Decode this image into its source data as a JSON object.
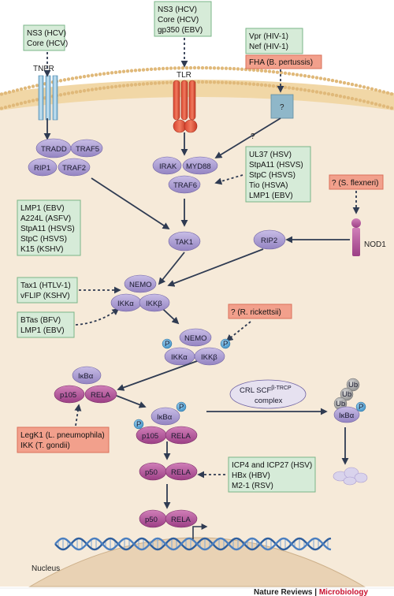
{
  "colors": {
    "cytoplasm": "#f6ead9",
    "nucleus": "#e9d2b4",
    "membrane": "#f1d7a6",
    "purple_protein": "#a99bd0",
    "magenta_protein": "#b45a9c",
    "green_box": "#d6ebd8",
    "green_border": "#7ab487",
    "red_box": "#f2a08c",
    "red_border": "#d9705a",
    "brand_red": "#c8102e"
  },
  "receptors": {
    "tnfr": "TNFR",
    "tlr": "TLR",
    "unknown": "?",
    "nod1": "NOD1"
  },
  "proteins": {
    "tradd": "TRADD",
    "traf5": "TRAF5",
    "rip1": "RIP1",
    "traf2": "TRAF2",
    "irak": "IRAK",
    "myd88": "MYD88",
    "traf6": "TRAF6",
    "tak1": "TAK1",
    "rip2": "RIP2",
    "nemo1": "NEMO",
    "ikka1": "IKKα",
    "ikkb1": "IKKβ",
    "nemo2": "NEMO",
    "ikka2": "IKKα",
    "ikkb2": "IKKβ",
    "ikba1": "IκBα",
    "p105a": "p105",
    "rela1": "RELA",
    "ikba2": "IκBα",
    "p105b": "p105",
    "rela2": "RELA",
    "p50a": "p50",
    "rela3": "RELA",
    "p50b": "p50",
    "rela4": "RELA",
    "ikba3": "IκBα",
    "crl_line1": "CRL SCF",
    "crl_sup": "β-TRCP",
    "crl_line2": "complex",
    "phospho": "P",
    "ub": "Ub"
  },
  "effector_boxes": {
    "tnfr_inhibitors": [
      "NS3 (HCV)",
      "Core (HCV)"
    ],
    "tlr_inhibitors": [
      "NS3 (HCV)",
      "Core (HCV)",
      "gp350 (EBV)"
    ],
    "unknown_receptor": [
      "Vpr (HIV-1)",
      "Nef (HIV-1)"
    ],
    "fha": "FHA (B. pertussis)",
    "traf6_modulators": [
      "UL37 (HSV)",
      "StpA11 (HSVS)",
      "StpC (HSVS)",
      "Tio (HSVA)",
      "LMP1 (EBV)"
    ],
    "s_flexneri": "? (S. flexneri)",
    "tradd_modulators": [
      "LMP1 (EBV)",
      "A224L (ASFV)",
      "StpA11 (HSVS)",
      "StpC (HSVS)",
      "K15 (KSHV)"
    ],
    "nemo_modulators": [
      "Tax1 (HTLV-1)",
      "vFLIP (KSHV)"
    ],
    "ikk_modulators": [
      "BTas (BFV)",
      "LMP1 (EBV)"
    ],
    "r_rickettsii": "? (R. rickettsii)",
    "legk1": "LegK1 (L. pneumophila)",
    "ikk_tgondii": "IKK (T. gondii)",
    "nuclear_modulators": [
      "ICP4 and ICP27 (HSV)",
      "HBx (HBV)",
      "M2-1 (RSV)"
    ]
  },
  "question_mark": "?",
  "nucleus_label": "Nucleus",
  "credit": {
    "journal": "Nature Reviews",
    "separator": " | ",
    "section": "Microbiology"
  }
}
